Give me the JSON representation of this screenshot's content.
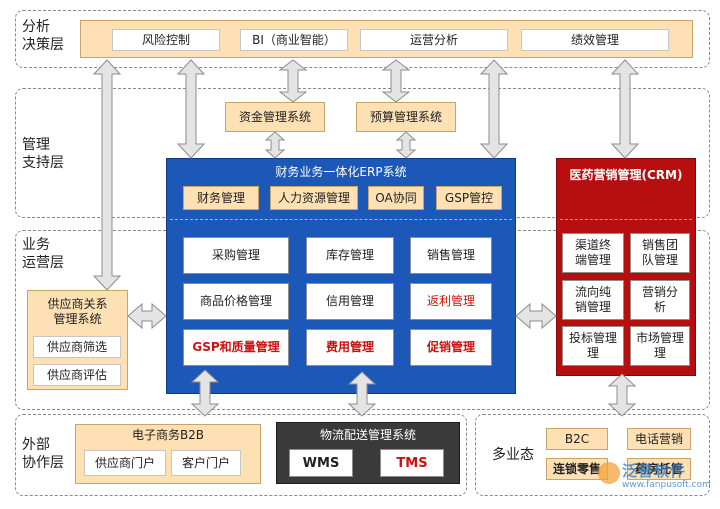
{
  "layers": {
    "analysis": "分析\n决策层",
    "management": "管理\n支持层",
    "business": "业务\n运营层",
    "external": "外部\n协作层"
  },
  "analysis_items": [
    "风险控制",
    "BI（商业智能）",
    "运营分析",
    "绩效管理"
  ],
  "support_items": [
    "资金管理系统",
    "预算管理系统"
  ],
  "erp": {
    "title": "财务业务一体化ERP系统",
    "top_items": [
      "财务管理",
      "人力资源管理",
      "OA协同",
      "GSP管控"
    ],
    "grid": [
      {
        "label": "采购管理",
        "red": false
      },
      {
        "label": "库存管理",
        "red": false
      },
      {
        "label": "销售管理",
        "red": false
      },
      {
        "label": "商品价格管理",
        "red": false
      },
      {
        "label": "信用管理",
        "red": false
      },
      {
        "label": "返利管理",
        "red": true
      },
      {
        "label": "GSP和质量管理",
        "red": true
      },
      {
        "label": "费用管理",
        "red": true
      },
      {
        "label": "促销管理",
        "red": true
      }
    ]
  },
  "crm": {
    "title": "医药营销管理(CRM)",
    "items": [
      "渠道终\n端管理",
      "销售团\n队管理",
      "流向纯\n销管理",
      "营销分\n析",
      "投标管理\n理",
      "市场管理\n理"
    ]
  },
  "supplier": {
    "title": "供应商关系\n管理系统",
    "items": [
      "供应商筛选",
      "供应商评估"
    ]
  },
  "ecommerce": {
    "title": "电子商务B2B",
    "items": [
      "供应商门户",
      "客户门户"
    ]
  },
  "logistics": {
    "title": "物流配送管理系统",
    "items": [
      "WMS",
      "TMS"
    ]
  },
  "multi": {
    "label": "多业态",
    "items": [
      "B2C",
      "电话营销",
      "连锁零售",
      "药房托管"
    ]
  },
  "watermark": {
    "brand": "泛普软件",
    "url": "www.fanpusoft.com"
  },
  "colors": {
    "erp_blue": "#1b58b8",
    "crm_red": "#b70f0f",
    "orange_box": "#fde0b3",
    "logistics_dark": "#3a3a3a"
  }
}
